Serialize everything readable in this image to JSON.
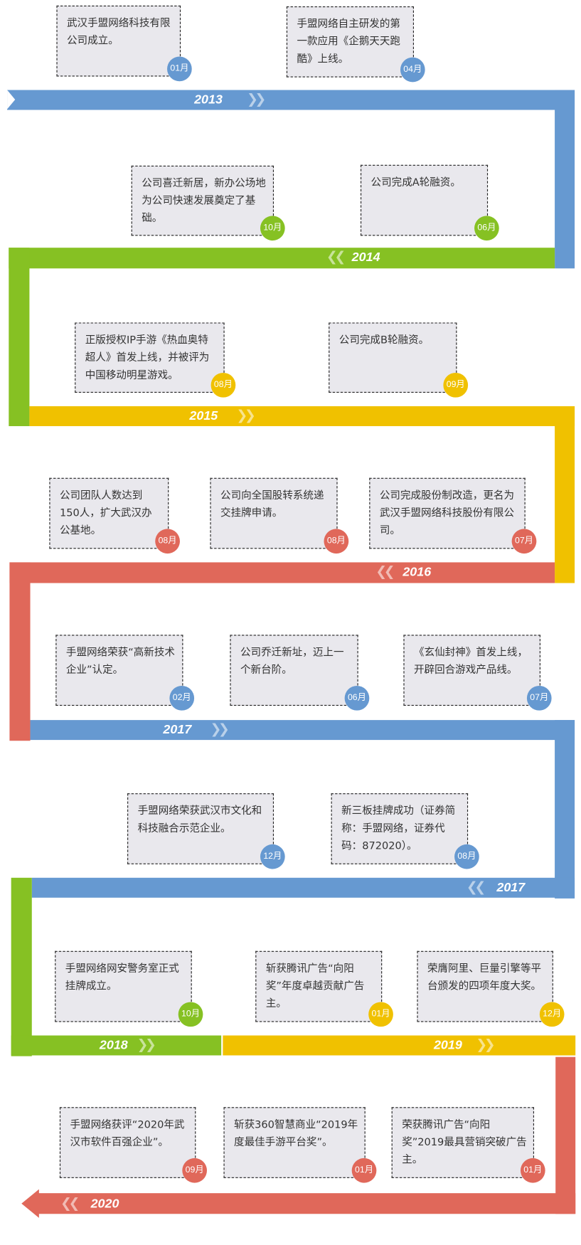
{
  "colors": {
    "blue": "#6699d1",
    "green": "#86c123",
    "yellow": "#f0c100",
    "red": "#e0685a"
  },
  "years": {
    "y2013": "2013",
    "y2014": "2014",
    "y2015": "2015",
    "y2016": "2016",
    "y2017a": "2017",
    "y2017b": "2017",
    "y2018": "2018",
    "y2019": "2019",
    "y2020": "2020"
  },
  "events": [
    {
      "text": "武汉手盟网络科技有限公司成立。",
      "month": "01月",
      "color": "blue"
    },
    {
      "text": "手盟网络自主研发的第一款应用《企鹅天天跑酷》上线。",
      "month": "04月",
      "color": "blue"
    },
    {
      "text": "公司喜迁新居，新办公场地为公司快速发展奠定了基础。",
      "month": "10月",
      "color": "green"
    },
    {
      "text": "公司完成A轮融资。",
      "month": "06月",
      "color": "green"
    },
    {
      "text": "正版授权IP手游《热血奥特超人》首发上线，并被评为中国移动明星游戏。",
      "month": "08月",
      "color": "yellow"
    },
    {
      "text": "公司完成B轮融资。",
      "month": "09月",
      "color": "yellow"
    },
    {
      "text": "公司团队人数达到150人，扩大武汉办公基地。",
      "month": "08月",
      "color": "red"
    },
    {
      "text": "公司向全国股转系统递交挂牌申请。",
      "month": "08月",
      "color": "red"
    },
    {
      "text": "公司完成股份制改造，更名为武汉手盟网络科技股份有限公司。",
      "month": "07月",
      "color": "red"
    },
    {
      "text": "手盟网络荣获“高新技术企业”认定。",
      "month": "02月",
      "color": "blue"
    },
    {
      "text": "公司乔迁新址，迈上一个新台阶。",
      "month": "06月",
      "color": "blue"
    },
    {
      "text": "《玄仙封神》首发上线，开辟回合游戏产品线。",
      "month": "07月",
      "color": "blue"
    },
    {
      "text": "手盟网络荣获武汉市文化和科技融合示范企业。",
      "month": "12月",
      "color": "blue"
    },
    {
      "text": "新三板挂牌成功（证券简称：手盟网络，证券代码：872020）。",
      "month": "08月",
      "color": "blue"
    },
    {
      "text": "手盟网络网安警务室正式挂牌成立。",
      "month": "10月",
      "color": "green"
    },
    {
      "text": "斩获腾讯广告“向阳奖”年度卓越贡献广告主。",
      "month": "01月",
      "color": "yellow"
    },
    {
      "text": "荣膺阿里、巨量引擎等平台颁发的四项年度大奖。",
      "month": "12月",
      "color": "yellow"
    },
    {
      "text": "手盟网络获评“2020年武汉市软件百强企业”。",
      "month": "09月",
      "color": "red"
    },
    {
      "text": "斩获360智慧商业“2019年度最佳手游平台奖”。",
      "month": "01月",
      "color": "red"
    },
    {
      "text": "荣获腾讯广告“向阳奖”2019最具营销突破广告主。",
      "month": "01月",
      "color": "red"
    }
  ]
}
